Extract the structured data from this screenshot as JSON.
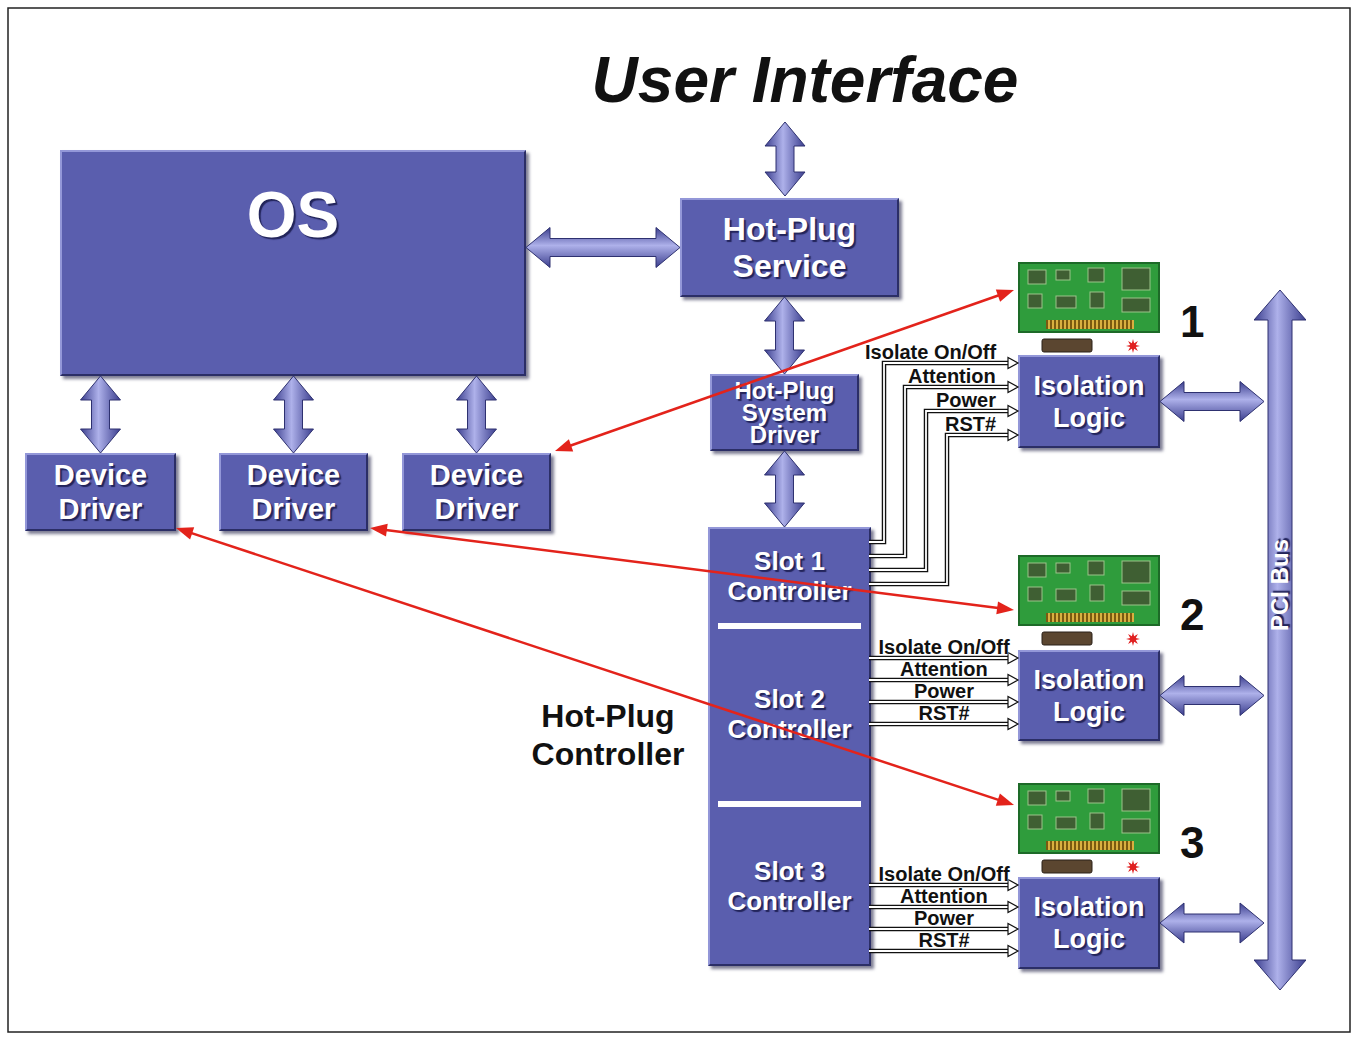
{
  "diagram": {
    "title": "User Interface",
    "nodes": [
      {
        "text": [
          "OS"
        ]
      },
      {
        "text": [
          "Hot-Plug Service"
        ]
      },
      {
        "text": [
          "Hot-Plug System Driver"
        ]
      },
      {
        "text": [
          "Device Driver"
        ]
      },
      {
        "text": [
          "Device Driver"
        ]
      },
      {
        "text": [
          "Device Driver"
        ]
      },
      {
        "text": [
          "1"
        ]
      },
      {
        "text": [
          "Isolation Logic"
        ]
      },
      {
        "text": [
          "Hot-Plug Controller"
        ]
      },
      {
        "text": [
          "Slot 1 Controller"
        ],
        "in": 8
      },
      {
        "text": [
          "Slot 2 Controller"
        ],
        "in": 8
      },
      {
        "text": [
          "Slot 3 Controller"
        ],
        "in": 8
      },
      {
        "text": [
          "2"
        ]
      },
      {
        "text": [
          "Isolation Logic"
        ]
      },
      {
        "text": [
          "3"
        ]
      },
      {
        "text": [
          "Isolation Logic"
        ]
      },
      {
        "text": [
          "PCI Bus"
        ]
      }
    ],
    "edges": [
      {
        "from": 0,
        "to": 1,
        "arrow": "both"
      },
      {
        "from": 1,
        "to": 2,
        "arrow": "both"
      },
      {
        "from": 2,
        "to": 8,
        "arrow": "both"
      },
      {
        "from": 0,
        "to": 3,
        "arrow": "both"
      },
      {
        "from": 0,
        "to": 4,
        "arrow": "both"
      },
      {
        "from": 0,
        "to": 5,
        "arrow": "both"
      },
      {
        "from": 5,
        "to": 6,
        "arrow": "both"
      },
      {
        "from": 4,
        "to": 12,
        "arrow": "both"
      },
      {
        "from": 3,
        "to": 14,
        "arrow": "both"
      },
      {
        "from": 9,
        "to": 7,
        "label": "Isolate On/Off",
        "arrow": "to"
      },
      {
        "from": 9,
        "to": 7,
        "label": "Attention",
        "arrow": "to"
      },
      {
        "from": 9,
        "to": 7,
        "label": "Power",
        "arrow": "to"
      },
      {
        "from": 9,
        "to": 7,
        "label": "RST#",
        "arrow": "to"
      },
      {
        "from": 10,
        "to": 13,
        "label": "Isolate On/Off",
        "arrow": "to"
      },
      {
        "from": 10,
        "to": 13,
        "label": "Attention",
        "arrow": "to"
      },
      {
        "from": 10,
        "to": 13,
        "label": "Power",
        "arrow": "to"
      },
      {
        "from": 10,
        "to": 13,
        "label": "RST#",
        "arrow": "to"
      },
      {
        "from": 11,
        "to": 15,
        "label": "Isolate On/Off",
        "arrow": "to"
      },
      {
        "from": 11,
        "to": 15,
        "label": "Attention",
        "arrow": "to"
      },
      {
        "from": 11,
        "to": 15,
        "label": "Power",
        "arrow": "to"
      },
      {
        "from": 11,
        "to": 15,
        "label": "RST#",
        "arrow": "to"
      },
      {
        "from": 7,
        "to": 16,
        "arrow": "both"
      },
      {
        "from": 13,
        "to": 16,
        "arrow": "both"
      },
      {
        "from": 15,
        "to": 16,
        "arrow": "both"
      }
    ]
  }
}
